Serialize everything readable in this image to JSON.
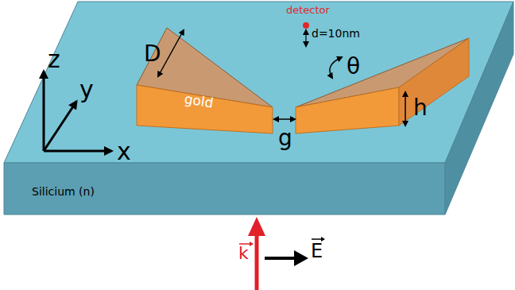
{
  "diagram": {
    "labels": [
      "z",
      "y",
      "x",
      "D",
      "gold",
      "detector",
      "d=10nm",
      "g",
      "θ",
      "h",
      "Silicium (n)",
      "k",
      "E"
    ]
  }
}
